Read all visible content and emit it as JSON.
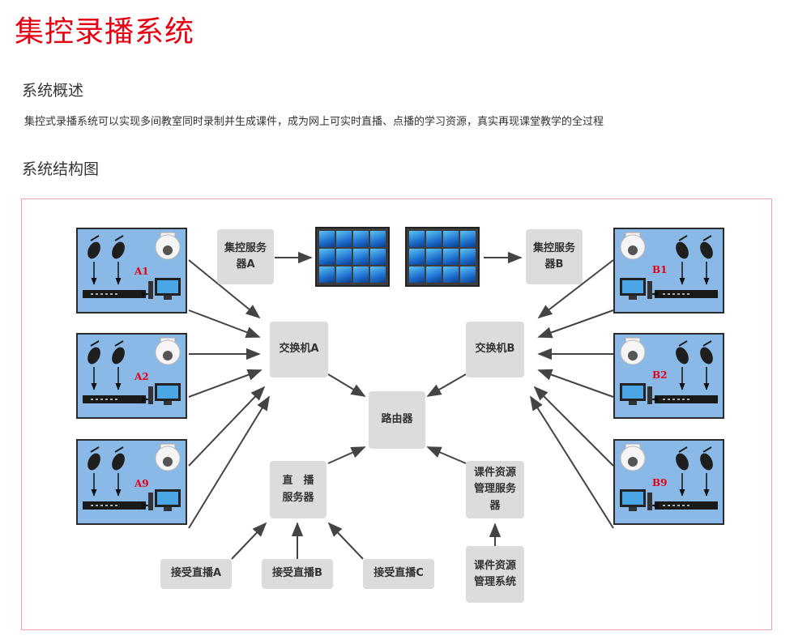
{
  "page": {
    "title": "集控录播系统",
    "overview_heading": "系统概述",
    "overview_text": "集控式录播系统可以实现多间教室同时录制并生成课件，成为网上可实时直播、点播的学习资源，真实再现课堂教学的全过程",
    "structure_heading": "系统结构图"
  },
  "diagram": {
    "classrooms": [
      {
        "id": "A1",
        "label": "A1"
      },
      {
        "id": "A2",
        "label": "A2"
      },
      {
        "id": "A9",
        "label": "A9"
      },
      {
        "id": "B1",
        "label": "B1"
      },
      {
        "id": "B2",
        "label": "B2"
      },
      {
        "id": "B9",
        "label": "B9"
      }
    ],
    "nodes": {
      "control_server_a": "集控服务器A",
      "control_server_b": "集控服务器B",
      "switch_a": "交换机A",
      "switch_b": "交换机B",
      "router": "路由器",
      "live_server": "直　播\n服务器",
      "course_server": "课件资源\n管理服务\n器",
      "course_system": "课件资源\n管理系统",
      "live_a": "接受直播A",
      "live_b": "接受直播B",
      "live_c": "接受直播C"
    },
    "colors": {
      "title_red": "#e60012",
      "frame_border": "#f5a3ab",
      "node_bg": "#dcdcdc",
      "room_bg": "#8ab9e8",
      "arrow": "#444444"
    }
  }
}
